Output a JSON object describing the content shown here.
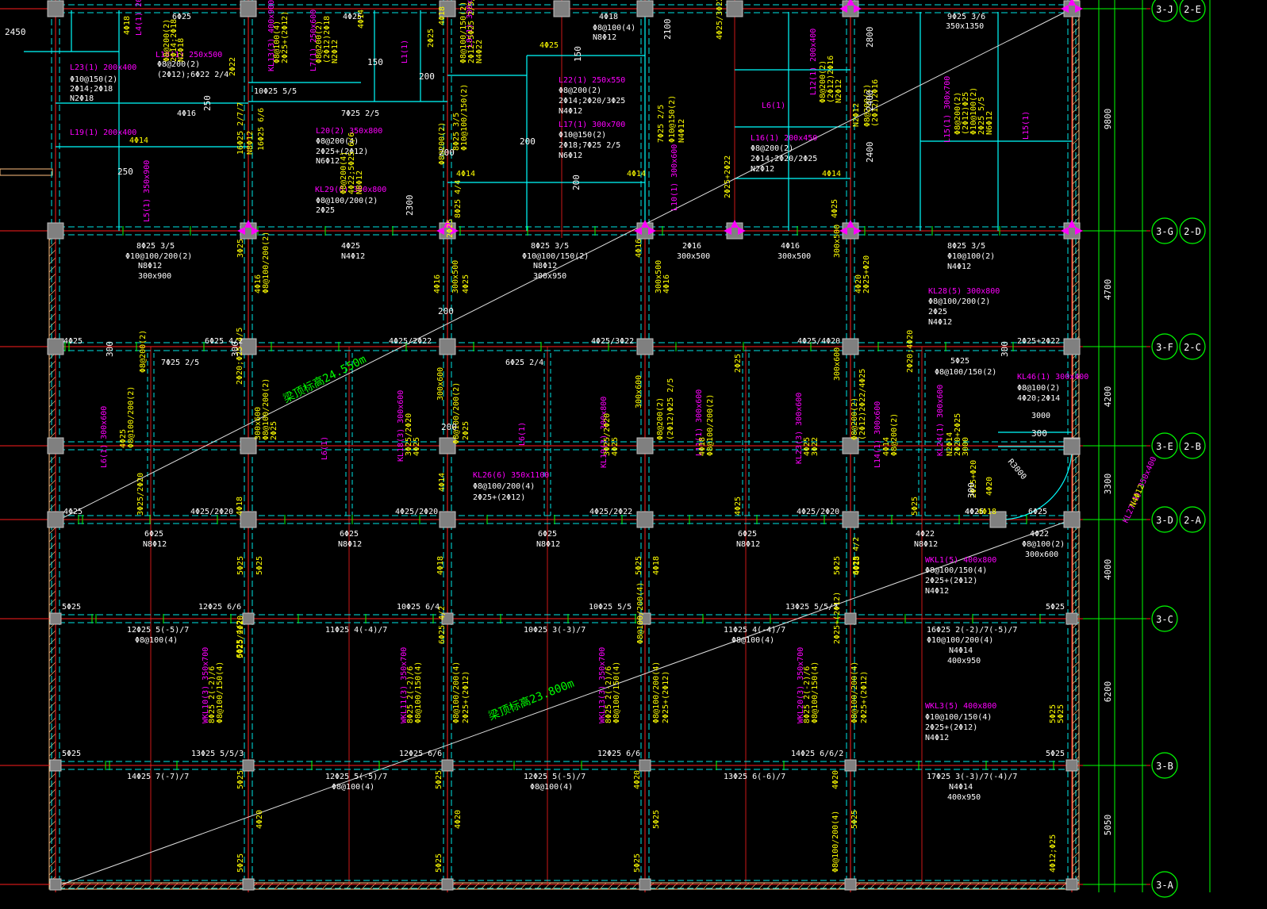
{
  "colors": {
    "background": "#000000",
    "axis_line": "#ff1e1e",
    "beam_line": "#00ffff",
    "beam_dashed": "#00e5e5",
    "annotation_yellow": "#ffff00",
    "annotation_white": "#ffffff",
    "label_magenta": "#ff00ff",
    "elevation_green": "#00ff00",
    "column_fill": "#808080",
    "dim_green": "#00ff00",
    "wall_hatch": "#ffbf80"
  },
  "axes": {
    "rows": [
      {
        "id": "J",
        "label_a": "3-J",
        "label_b": "2-E",
        "dim": "9800"
      },
      {
        "id": "G",
        "label_a": "3-G",
        "label_b": "2-D",
        "dim": "4700"
      },
      {
        "id": "F",
        "label_a": "3-F",
        "label_b": "2-C",
        "dim": "4200"
      },
      {
        "id": "E",
        "label_a": "3-E",
        "label_b": "2-B",
        "dim": "3300"
      },
      {
        "id": "D",
        "label_a": "3-D",
        "label_b": "2-A",
        "dim": "4000"
      },
      {
        "id": "C",
        "label_a": "3-C",
        "label_b": "",
        "dim": "6200"
      },
      {
        "id": "B",
        "label_a": "3-B",
        "label_b": "",
        "dim": "5050"
      },
      {
        "id": "A",
        "label_a": "3-A",
        "label_b": "",
        "dim": ""
      }
    ]
  },
  "elevation_labels": [
    {
      "text": "梁顶标高24.550m"
    },
    {
      "text": "梁顶标高23.800m"
    }
  ],
  "magenta_labels": [
    {
      "text": "L4(1) 200x400"
    },
    {
      "text": "L23(1) 200x400"
    },
    {
      "text": "L18(1) 250x500"
    },
    {
      "text": "KL13(3) 400x900"
    },
    {
      "text": "L7(1) 250x600"
    },
    {
      "text": "L1(1)"
    },
    {
      "text": "L8(1) 300x800"
    },
    {
      "text": "L22(1) 250x550"
    },
    {
      "text": "L17(1) 300x700"
    },
    {
      "text": "L19(1) 200x400"
    },
    {
      "text": "L20(2) 350x800"
    },
    {
      "text": "L5(1) 350x900"
    },
    {
      "text": "KL29(6) 300x800"
    },
    {
      "text": "L6(1)"
    },
    {
      "text": "L12(1) 200x400"
    },
    {
      "text": "L16(1) 200x450"
    },
    {
      "text": "L15(1) 300x700"
    },
    {
      "text": "L15(1)"
    },
    {
      "text": "L10(1) 300x600"
    },
    {
      "text": "KL28(5) 300x800"
    },
    {
      "text": "L6(1) 300x600"
    },
    {
      "text": "L6(1)"
    },
    {
      "text": "KL18(3) 300x600"
    },
    {
      "text": "L6(1)"
    },
    {
      "text": "KL26(6) 350x1100"
    },
    {
      "text": "KL19(3) 300x800"
    },
    {
      "text": "L11(1) 300x600"
    },
    {
      "text": "KL23(3) 300x600"
    },
    {
      "text": "L14(1) 300x600"
    },
    {
      "text": "KL24(1) 300x600"
    },
    {
      "text": "KL46(1) 300x400"
    },
    {
      "text": "WKL1(5) 400x800"
    },
    {
      "text": "WKL10(3) 350x700"
    },
    {
      "text": "WKL11(3) 350x700"
    },
    {
      "text": "WKL13(3) 350x700"
    },
    {
      "text": "WKL20(3) 350x700"
    },
    {
      "text": "WKL3(5) 400x800"
    },
    {
      "text": "KL27(1) 350x400"
    }
  ],
  "white_labels": [
    {
      "text": "6Φ25"
    },
    {
      "text": "4Φ25"
    },
    {
      "text": "Φ8@200(2)"
    },
    {
      "text": "(2Φ12);6Φ22 2/4"
    },
    {
      "text": "Φ10@150(2)"
    },
    {
      "text": "2Φ14;2Φ18"
    },
    {
      "text": "N2Φ18"
    },
    {
      "text": "4Φ18"
    },
    {
      "text": "Φ8@100(4)"
    },
    {
      "text": "N8Φ12"
    },
    {
      "text": "9Φ25 3/6"
    },
    {
      "text": "350x1350"
    },
    {
      "text": "10Φ25 5/5"
    },
    {
      "text": "4Φ16"
    },
    {
      "text": "7Φ25 2/5"
    },
    {
      "text": "Φ8@200(2)"
    },
    {
      "text": "2Φ14;2Φ20/3Φ25"
    },
    {
      "text": "N4Φ12"
    },
    {
      "text": "Φ10@150(2)"
    },
    {
      "text": "2Φ18;7Φ25 2/5"
    },
    {
      "text": "N6Φ12"
    },
    {
      "text": "Φ8@200(2)"
    },
    {
      "text": "2Φ14;2Φ20/2Φ25"
    },
    {
      "text": "N2Φ12"
    },
    {
      "text": "Φ8@200(4)"
    },
    {
      "text": "2Φ25+(2Φ12)"
    },
    {
      "text": "N6Φ12"
    },
    {
      "text": "Φ8@100/200(2)"
    },
    {
      "text": "2Φ25"
    },
    {
      "text": "8Φ25 3/5"
    },
    {
      "text": "Φ10@100/200(2)"
    },
    {
      "text": "N8Φ12"
    },
    {
      "text": "300x900"
    },
    {
      "text": "4Φ25"
    },
    {
      "text": "N4Φ12"
    },
    {
      "text": "8Φ25 3/5"
    },
    {
      "text": "Φ10@100/150(2)"
    },
    {
      "text": "N8Φ12"
    },
    {
      "text": "300x950"
    },
    {
      "text": "2Φ16"
    },
    {
      "text": "300x500"
    },
    {
      "text": "4Φ16"
    },
    {
      "text": "300x500"
    },
    {
      "text": "8Φ25 3/5"
    },
    {
      "text": "Φ10@100(2)"
    },
    {
      "text": "N4Φ12"
    },
    {
      "text": "Φ8@100/200(2)"
    },
    {
      "text": "2Φ25"
    },
    {
      "text": "N4Φ12"
    },
    {
      "text": "4Φ25"
    },
    {
      "text": "6Φ25 4/2"
    },
    {
      "text": "4Φ25/2Φ22"
    },
    {
      "text": "4Φ25/3Φ22"
    },
    {
      "text": "4Φ25/4Φ20"
    },
    {
      "text": "2Φ25+2Φ22"
    },
    {
      "text": "7Φ25 2/5"
    },
    {
      "text": "6Φ25 2/4"
    },
    {
      "text": "5Φ25"
    },
    {
      "text": "Φ8@100/150(2)"
    },
    {
      "text": "Φ8@100(2)"
    },
    {
      "text": "4Φ20;2Φ14"
    },
    {
      "text": "3000"
    },
    {
      "text": "Φ8@100/200(4)"
    },
    {
      "text": "2Φ25+(2Φ12)"
    },
    {
      "text": "4Φ25"
    },
    {
      "text": "4Φ25/2Φ20"
    },
    {
      "text": "4Φ25/2Φ20"
    },
    {
      "text": "4Φ25/2Φ22"
    },
    {
      "text": "4Φ25/2Φ20"
    },
    {
      "text": "4Φ25"
    },
    {
      "text": "6Φ25"
    },
    {
      "text": "6Φ25"
    },
    {
      "text": "N8Φ12"
    },
    {
      "text": "6Φ25"
    },
    {
      "text": "N8Φ12"
    },
    {
      "text": "6Φ25"
    },
    {
      "text": "N8Φ12"
    },
    {
      "text": "6Φ25"
    },
    {
      "text": "N8Φ12"
    },
    {
      "text": "4Φ22"
    },
    {
      "text": "N8Φ12"
    },
    {
      "text": "4Φ22"
    },
    {
      "text": "Φ8@100(2)"
    },
    {
      "text": "300x600"
    },
    {
      "text": "Φ8@100/150(4)"
    },
    {
      "text": "2Φ25+(2Φ12)"
    },
    {
      "text": "N4Φ12"
    },
    {
      "text": "5Φ25"
    },
    {
      "text": "12Φ25 6/6"
    },
    {
      "text": "10Φ25 6/4"
    },
    {
      "text": "10Φ25 5/5"
    },
    {
      "text": "13Φ25 5/5/3"
    },
    {
      "text": "5Φ25"
    },
    {
      "text": "12Φ25 5(-5)/7"
    },
    {
      "text": "Φ8@100(4)"
    },
    {
      "text": "11Φ25 4(-4)/7"
    },
    {
      "text": "10Φ25 3(-3)/7"
    },
    {
      "text": "11Φ25 4(-4)/7"
    },
    {
      "text": "Φ8@100(4)"
    },
    {
      "text": "16Φ25 2(-2)/7(-5)/7"
    },
    {
      "text": "Φ10@100/200(4)"
    },
    {
      "text": "N4Φ14"
    },
    {
      "text": "400x950"
    },
    {
      "text": "Φ10@100/150(4)"
    },
    {
      "text": "2Φ25+(2Φ12)"
    },
    {
      "text": "N4Φ12"
    },
    {
      "text": "5Φ25"
    },
    {
      "text": "13Φ25 5/5/3"
    },
    {
      "text": "12Φ25 6/6"
    },
    {
      "text": "12Φ25 6/6"
    },
    {
      "text": "14Φ25 6/6/2"
    },
    {
      "text": "5Φ25"
    },
    {
      "text": "14Φ25 7(-7)/7"
    },
    {
      "text": "12Φ25 5(-5)/7"
    },
    {
      "text": "Φ8@100(4)"
    },
    {
      "text": "12Φ25 5(-5)/7"
    },
    {
      "text": "Φ8@100(4)"
    },
    {
      "text": "13Φ25 6(-6)/7"
    },
    {
      "text": "17Φ25 3(-3)/7(-4)/7"
    },
    {
      "text": "N4Φ14"
    },
    {
      "text": "400x950"
    },
    {
      "text": "R3000"
    },
    {
      "text": "4Φ25"
    }
  ],
  "yellow_labels": [
    {
      "text": "4Φ18"
    },
    {
      "text": "4Φ14"
    },
    {
      "text": "Φ8@200(2)"
    },
    {
      "text": "2Φ14;2Φ18"
    },
    {
      "text": "N2Φ18"
    },
    {
      "text": "2Φ22"
    },
    {
      "text": "16Φ25 6/6"
    },
    {
      "text": "Φ8@100(4)"
    },
    {
      "text": "2Φ25+(2Φ12)"
    },
    {
      "text": "Φ8@200(2)"
    },
    {
      "text": "(2Φ12)2Φ18"
    },
    {
      "text": "N2Φ12"
    },
    {
      "text": "4Φ18"
    },
    {
      "text": "4Φ14"
    },
    {
      "text": "2Φ25"
    },
    {
      "text": "Φ8@100/150(2)"
    },
    {
      "text": "2Φ12;5Φ25 2/5/5"
    },
    {
      "text": "N4Φ22"
    },
    {
      "text": "8Φ25 3/5"
    },
    {
      "text": "Φ10@100/150(2)"
    },
    {
      "text": "4Φ25"
    },
    {
      "text": "4Φ14"
    },
    {
      "text": "4Φ14"
    },
    {
      "text": "4Φ25/3Φ22"
    },
    {
      "text": "2Φ25+2Φ22"
    },
    {
      "text": "7Φ25 2/5"
    },
    {
      "text": "Φ10@150(2)"
    },
    {
      "text": "N4Φ12"
    },
    {
      "text": "Φ8@200(2)"
    },
    {
      "text": "(2Φ12)2Φ16"
    },
    {
      "text": "N2Φ12"
    },
    {
      "text": "4Φ25"
    },
    {
      "text": "N2Φ12"
    },
    {
      "text": "Φ8@200(2)"
    },
    {
      "text": "(2Φ12)2Φ16"
    },
    {
      "text": "4Φ14"
    },
    {
      "text": "Φ8@200(2)"
    },
    {
      "text": "(2Φ12)Φ25"
    },
    {
      "text": "Φ10@100(2)"
    },
    {
      "text": "2Φ25 5/5"
    },
    {
      "text": "N6Φ12"
    },
    {
      "text": "16Φ25 2/7/7"
    },
    {
      "text": "N8Φ12"
    },
    {
      "text": "Φ8@200(4)"
    },
    {
      "text": "4Φ22;5Φ25 6/6"
    },
    {
      "text": "N8Φ12"
    },
    {
      "text": "Φ8@200(2)"
    },
    {
      "text": "2Φ25"
    },
    {
      "text": "8Φ25 4/4"
    },
    {
      "text": "3Φ25"
    },
    {
      "text": "4Φ16"
    },
    {
      "text": "Φ8@100/200(2)"
    },
    {
      "text": "4Φ16"
    },
    {
      "text": "300x500"
    },
    {
      "text": "4Φ25"
    },
    {
      "text": "4Φ16"
    },
    {
      "text": "300x500"
    },
    {
      "text": "4Φ16"
    },
    {
      "text": "300x500"
    },
    {
      "text": "4Φ20"
    },
    {
      "text": "2Φ25+Φ20"
    },
    {
      "text": "Φ8@200(2)"
    },
    {
      "text": "2Φ20;Φ25 4/5"
    },
    {
      "text": "4Φ25"
    },
    {
      "text": "Φ8@100/200(2)"
    },
    {
      "text": "300x600"
    },
    {
      "text": "Φ8@100/200(2)"
    },
    {
      "text": "2Φ25"
    },
    {
      "text": "3Φ25/2Φ20"
    },
    {
      "text": "4Φ25"
    },
    {
      "text": "300x600"
    },
    {
      "text": "Φ8@100/200(2)"
    },
    {
      "text": "2Φ25"
    },
    {
      "text": "3Φ25/2Φ20"
    },
    {
      "text": "4Φ25"
    },
    {
      "text": "300x600"
    },
    {
      "text": "Φ8@200(2)"
    },
    {
      "text": "(2Φ12)Φ25 2/5"
    },
    {
      "text": "4Φ18"
    },
    {
      "text": "Φ8@100/200(2)"
    },
    {
      "text": "2Φ25"
    },
    {
      "text": "4Φ25"
    },
    {
      "text": "3Φ22"
    },
    {
      "text": "300x600"
    },
    {
      "text": "Φ8@200(2)"
    },
    {
      "text": "(2Φ12)2Φ22/4Φ25"
    },
    {
      "text": "4Φ14"
    },
    {
      "text": "Φ8@200(2)"
    },
    {
      "text": "2Φ20;4Φ20"
    },
    {
      "text": "N2Φ14"
    },
    {
      "text": "2Φ20+2Φ25"
    },
    {
      "text": "3000"
    },
    {
      "text": "4Φ20"
    },
    {
      "text": "2Φ25+Φ20"
    },
    {
      "text": "3Φ25/2Φ20"
    },
    {
      "text": "4Φ18"
    },
    {
      "text": "4Φ14"
    },
    {
      "text": "4Φ25"
    },
    {
      "text": "5Φ25"
    },
    {
      "text": "4Φ18"
    },
    {
      "text": "5Φ25"
    },
    {
      "text": "5Φ25"
    },
    {
      "text": "4Φ18"
    },
    {
      "text": "5Φ25"
    },
    {
      "text": "4Φ18"
    },
    {
      "text": "5Φ25"
    },
    {
      "text": "4Φ18"
    },
    {
      "text": "5Φ25/2Φ20"
    },
    {
      "text": "6Φ25 4/2"
    },
    {
      "text": "6Φ25 4/2"
    },
    {
      "text": "6Φ25 4/2"
    },
    {
      "text": "Φ8@100/200(4)"
    },
    {
      "text": "2Φ25+(2Φ12)"
    },
    {
      "text": "8Φ25 2(-2)/6"
    },
    {
      "text": "Φ8@100/150(4)"
    },
    {
      "text": "Φ8@100/200(4)"
    },
    {
      "text": "2Φ25+(2Φ12)"
    },
    {
      "text": "8Φ25 2(-2)/6"
    },
    {
      "text": "Φ8@100/150(4)"
    },
    {
      "text": "Φ8@100/200(4)"
    },
    {
      "text": "2Φ25+(2Φ12)"
    },
    {
      "text": "8Φ25 2(-2)/6"
    },
    {
      "text": "Φ8@100/150(4)"
    },
    {
      "text": "Φ8@100/200(4)"
    },
    {
      "text": "2Φ25+(2Φ12)"
    },
    {
      "text": "8Φ25 2(-2)/6"
    },
    {
      "text": "Φ8@100/150(4)"
    },
    {
      "text": "5Φ25"
    },
    {
      "text": "5Φ25"
    },
    {
      "text": "5Φ25"
    },
    {
      "text": "5Φ25"
    },
    {
      "text": "4Φ20"
    },
    {
      "text": "4Φ20"
    },
    {
      "text": "4Φ20"
    },
    {
      "text": "4Φ20"
    },
    {
      "text": "5Φ25"
    },
    {
      "text": "5Φ25"
    },
    {
      "text": "5Φ25"
    },
    {
      "text": "5Φ25"
    },
    {
      "text": "5Φ25"
    },
    {
      "text": "Φ8@100/200(4)"
    },
    {
      "text": "4Φ12;Φ25"
    },
    {
      "text": "N4Φ12"
    }
  ],
  "green_dims": [
    {
      "text": "2450"
    },
    {
      "text": "2100"
    },
    {
      "text": "2800"
    },
    {
      "text": "2400"
    },
    {
      "text": "2400"
    },
    {
      "text": "150"
    },
    {
      "text": "200"
    },
    {
      "text": "250"
    },
    {
      "text": "250"
    },
    {
      "text": "200"
    },
    {
      "text": "200"
    },
    {
      "text": "200"
    },
    {
      "text": "2300"
    },
    {
      "text": "200"
    },
    {
      "text": "300"
    },
    {
      "text": "300"
    },
    {
      "text": "300"
    },
    {
      "text": "300"
    },
    {
      "text": "200"
    },
    {
      "text": "300"
    },
    {
      "text": "150"
    }
  ]
}
